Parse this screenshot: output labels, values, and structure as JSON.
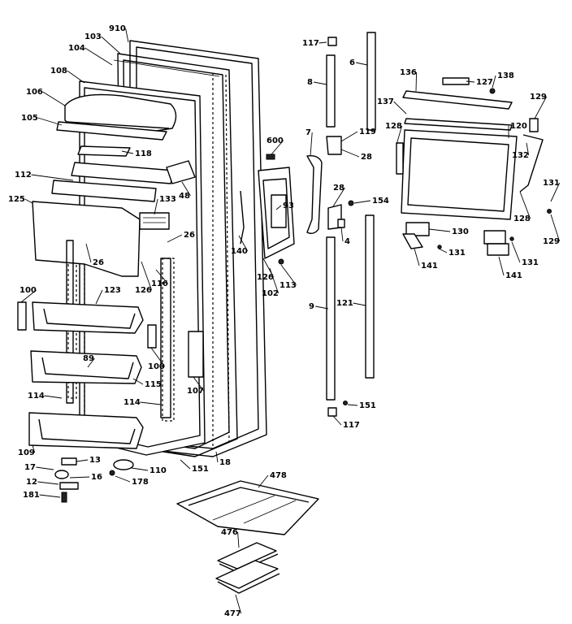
{
  "diagram": {
    "callouts": [
      {
        "id": "910",
        "label": "910"
      },
      {
        "id": "103",
        "label": "103"
      },
      {
        "id": "104",
        "label": "104"
      },
      {
        "id": "108",
        "label": "108"
      },
      {
        "id": "106",
        "label": "106"
      },
      {
        "id": "105",
        "label": "105"
      },
      {
        "id": "118",
        "label": "118"
      },
      {
        "id": "112",
        "label": "112"
      },
      {
        "id": "125",
        "label": "125"
      },
      {
        "id": "133",
        "label": "133"
      },
      {
        "id": "48",
        "label": "48"
      },
      {
        "id": "26a",
        "label": "26"
      },
      {
        "id": "26b",
        "label": "26"
      },
      {
        "id": "126a",
        "label": "126"
      },
      {
        "id": "116",
        "label": "116"
      },
      {
        "id": "100a",
        "label": "100"
      },
      {
        "id": "123",
        "label": "123"
      },
      {
        "id": "100b",
        "label": "100"
      },
      {
        "id": "89",
        "label": "89"
      },
      {
        "id": "115",
        "label": "115"
      },
      {
        "id": "107",
        "label": "107"
      },
      {
        "id": "114a",
        "label": "114"
      },
      {
        "id": "114b",
        "label": "114"
      },
      {
        "id": "109",
        "label": "109"
      },
      {
        "id": "13",
        "label": "13"
      },
      {
        "id": "17",
        "label": "17"
      },
      {
        "id": "16",
        "label": "16"
      },
      {
        "id": "12",
        "label": "12"
      },
      {
        "id": "181",
        "label": "181"
      },
      {
        "id": "110",
        "label": "110"
      },
      {
        "id": "178",
        "label": "178"
      },
      {
        "id": "151a",
        "label": "151"
      },
      {
        "id": "18",
        "label": "18"
      },
      {
        "id": "600",
        "label": "600"
      },
      {
        "id": "93",
        "label": "93"
      },
      {
        "id": "140",
        "label": "140"
      },
      {
        "id": "126b",
        "label": "126"
      },
      {
        "id": "113",
        "label": "113"
      },
      {
        "id": "102",
        "label": "102"
      },
      {
        "id": "117a",
        "label": "117"
      },
      {
        "id": "8",
        "label": "8"
      },
      {
        "id": "6",
        "label": "6"
      },
      {
        "id": "7",
        "label": "7"
      },
      {
        "id": "119",
        "label": "119"
      },
      {
        "id": "28a",
        "label": "28"
      },
      {
        "id": "28b",
        "label": "28"
      },
      {
        "id": "154",
        "label": "154"
      },
      {
        "id": "4",
        "label": "4"
      },
      {
        "id": "9",
        "label": "9"
      },
      {
        "id": "121",
        "label": "121"
      },
      {
        "id": "151b",
        "label": "151"
      },
      {
        "id": "117b",
        "label": "117"
      },
      {
        "id": "136",
        "label": "136"
      },
      {
        "id": "127",
        "label": "127"
      },
      {
        "id": "138",
        "label": "138"
      },
      {
        "id": "137",
        "label": "137"
      },
      {
        "id": "129a",
        "label": "129"
      },
      {
        "id": "128a",
        "label": "128"
      },
      {
        "id": "120",
        "label": "120"
      },
      {
        "id": "132",
        "label": "132"
      },
      {
        "id": "131a",
        "label": "131"
      },
      {
        "id": "128b",
        "label": "128"
      },
      {
        "id": "129b",
        "label": "129"
      },
      {
        "id": "130",
        "label": "130"
      },
      {
        "id": "131b",
        "label": "131"
      },
      {
        "id": "131c",
        "label": "131"
      },
      {
        "id": "141a",
        "label": "141"
      },
      {
        "id": "141b",
        "label": "141"
      },
      {
        "id": "478",
        "label": "478"
      },
      {
        "id": "476",
        "label": "476"
      },
      {
        "id": "477",
        "label": "477"
      }
    ]
  }
}
